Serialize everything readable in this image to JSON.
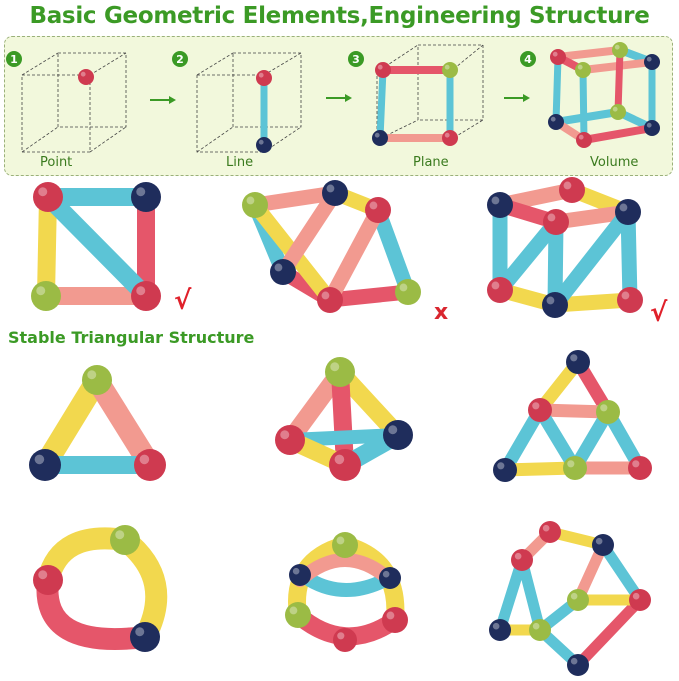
{
  "title": "Basic Geometric Elements,Engineering Structure",
  "steps": [
    {
      "number": "1",
      "label": "Point"
    },
    {
      "number": "2",
      "label": "Line"
    },
    {
      "number": "3",
      "label": "Plane"
    },
    {
      "number": "4",
      "label": "Volume"
    }
  ],
  "caption": "Stable Triangular Structure",
  "marks": {
    "check": "√",
    "cross": "x"
  },
  "colors": {
    "title_green": "#3b9a25",
    "panel_bg": "#f2f8dc",
    "check_red": "#e0202a",
    "ball_red": "#cf3a50",
    "ball_navy": "#1f2d5c",
    "ball_green": "#9bbb45",
    "stick_blue": "#5cc4d6",
    "stick_pink": "#f29a90",
    "stick_red": "#e5566a",
    "stick_yellow": "#f2d84e"
  }
}
